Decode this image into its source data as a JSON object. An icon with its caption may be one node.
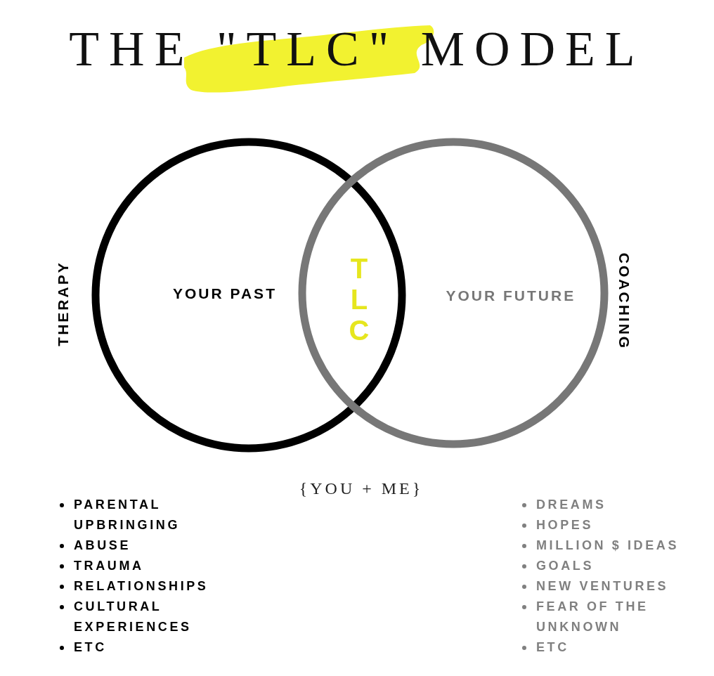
{
  "diagram": {
    "title": "THE \"TLC\" MODEL",
    "nodes": [
      {
        "text": [
          "YOUR PAST"
        ],
        "beside": [
          "THERAPY"
        ]
      },
      {
        "text": [
          "YOUR FUTURE"
        ],
        "beside": [
          "COACHING"
        ]
      }
    ],
    "edges": [],
    "labels": [
      "TLC",
      "{YOU + ME}",
      "PARENTAL UPBRINGING",
      "ABUSE",
      "TRAUMA",
      "RELATIONSHIPS",
      "CULTURAL EXPERIENCES",
      "ETC",
      "DREAMS",
      "HOPES",
      "MILLION $ IDEAS",
      "GOALS",
      "NEW VENTURES",
      "FEAR OF THE UNKNOWN",
      "ETC"
    ]
  }
}
